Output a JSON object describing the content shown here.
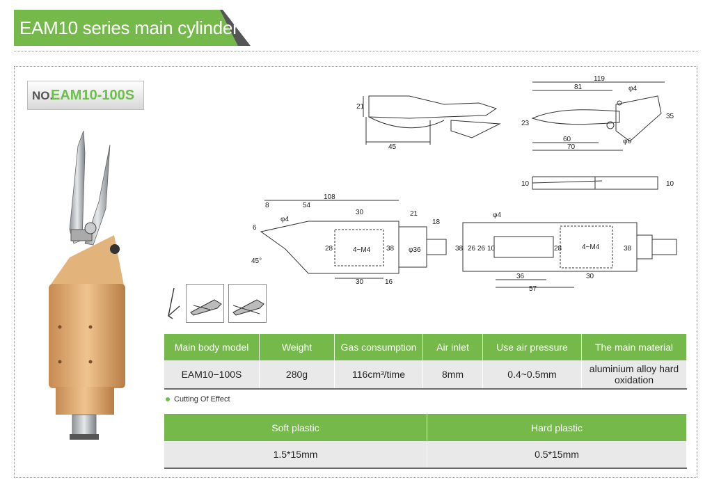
{
  "header": {
    "title": "EAM10 series main cylinder"
  },
  "model_badge": {
    "prefix": "NO.",
    "code": "EAM10-100S"
  },
  "colors": {
    "accent_green": "#74b94a",
    "dark_gray": "#555555",
    "product_gold": "#d9a66a"
  },
  "drawing_labels": {
    "blade_top": {
      "h": "21",
      "w": "45"
    },
    "blade_front": {
      "len": "119",
      "blade": "81",
      "hole": "φ4",
      "h": "23",
      "a": "60",
      "b": "70",
      "r": "35",
      "c": "φ6"
    },
    "blade_side": {
      "l": "10",
      "r": "10"
    },
    "body_left": {
      "len": "108",
      "a": "8",
      "b": "54",
      "c": "30",
      "d": "21",
      "e": "18",
      "f": "6",
      "hole": "φ4",
      "g": "28",
      "thread": "4−M4",
      "h": "38",
      "i": "φ36",
      "angle": "45°",
      "j": "30",
      "k": "16"
    },
    "body_right": {
      "hole": "φ4",
      "a": "38",
      "b": "26",
      "c": "26",
      "d": "10",
      "e": "28",
      "thread": "4−M4",
      "f": "38",
      "g": "36",
      "h": "30",
      "i": "57"
    }
  },
  "spec_table": {
    "headers": [
      "Main body model",
      "Weight",
      "Gas consumption",
      "Air inlet",
      "Use air pressure",
      "The main material"
    ],
    "row": [
      "EAM10−100S",
      "280g",
      "116cm³/time",
      "8mm",
      "0.4~0.5mm",
      "aluminium alloy hard  oxidation"
    ]
  },
  "effect_section": {
    "label": "Cutting Of Effect",
    "headers": [
      "Soft plastic",
      "Hard plastic"
    ],
    "row": [
      "1.5*15mm",
      "0.5*15mm"
    ]
  }
}
